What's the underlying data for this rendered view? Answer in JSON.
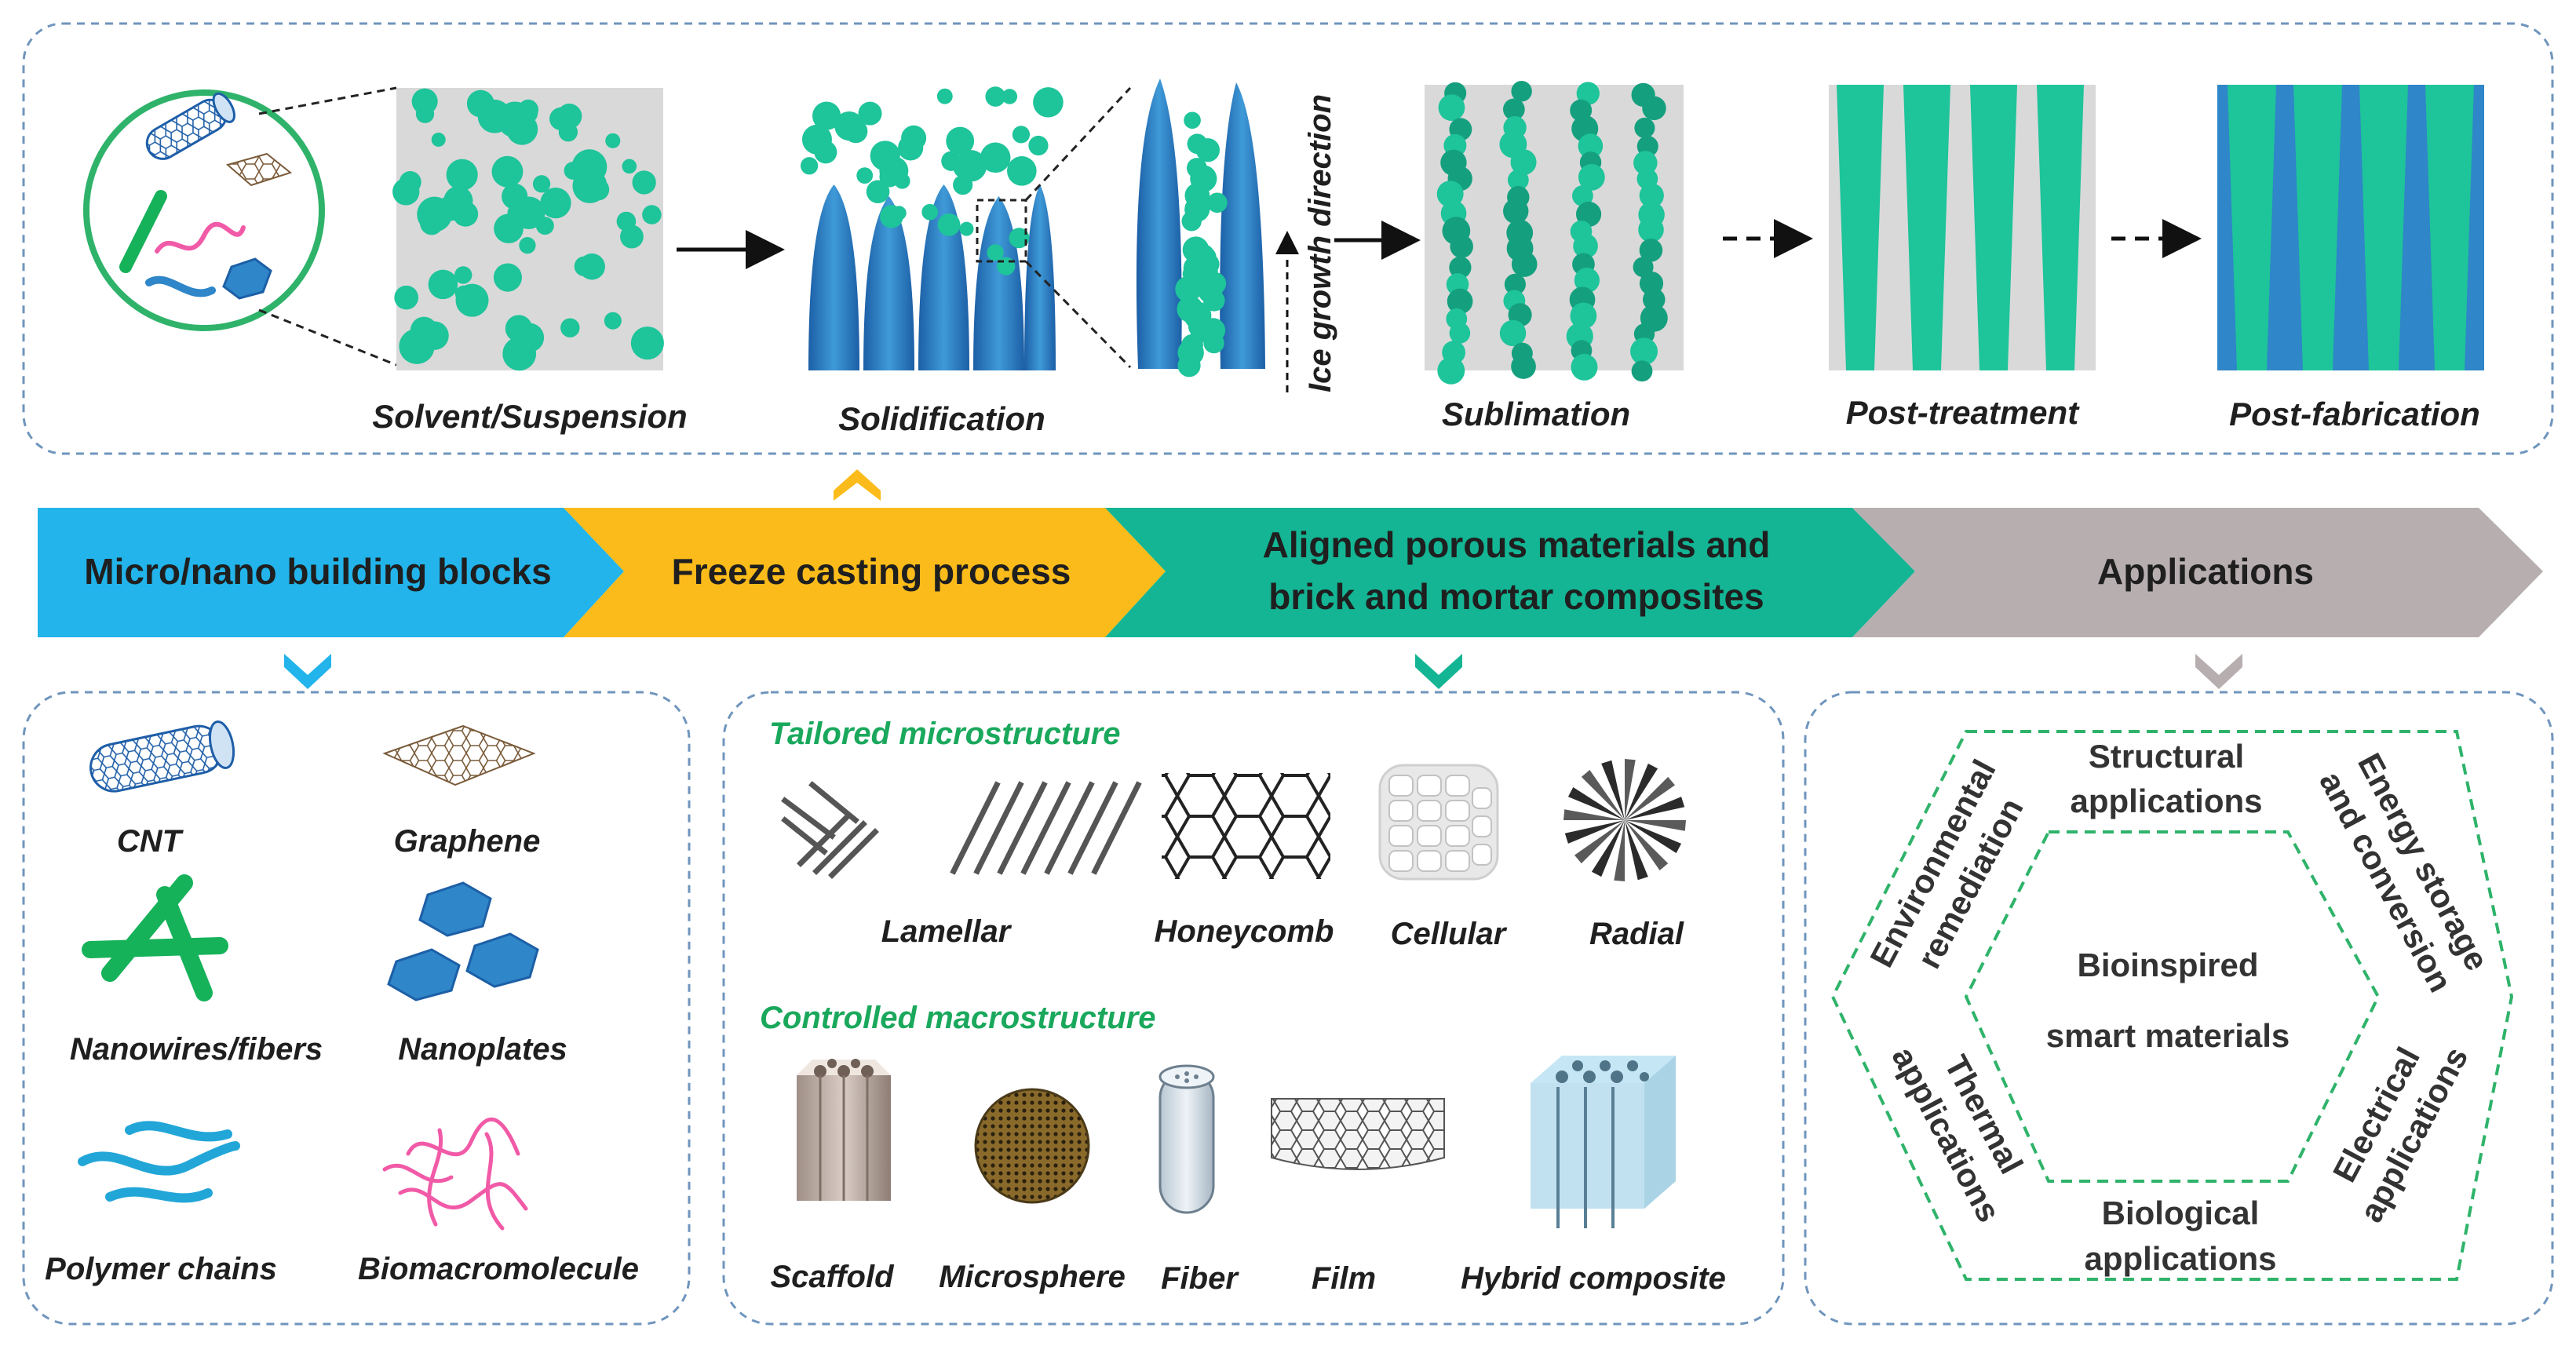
{
  "colors": {
    "teal": "#1ec49a",
    "teal_dark": "#14a07e",
    "blue": "#2f86c8",
    "blue_light": "#5db4e6",
    "cyan_arrow": "#22b4ea",
    "yellow_arrow": "#fbbb1a",
    "green_arrow": "#13b594",
    "gray_arrow": "#b7aeb0",
    "sample_bg": "#d9d9d9",
    "frame_stroke": "#6f95bd",
    "hex_stroke": "#2fb36a",
    "green_text": "#1aa85c",
    "pink": "#f15aa7"
  },
  "process": {
    "stages": [
      {
        "id": "suspension",
        "caption": "Solvent/Suspension"
      },
      {
        "id": "solidification",
        "caption": "Solidification"
      },
      {
        "id": "sublimation",
        "caption": "Sublimation"
      },
      {
        "id": "post_treatment",
        "caption": "Post-treatment"
      },
      {
        "id": "post_fabrication",
        "caption": "Post-fabrication"
      }
    ],
    "ice_direction_label": "Ice growth direction"
  },
  "banner": {
    "segments": [
      {
        "id": "building_blocks",
        "lines": [
          "Micro/nano  building blocks"
        ]
      },
      {
        "id": "freeze_casting",
        "lines": [
          "Freeze casting process"
        ]
      },
      {
        "id": "aligned",
        "lines": [
          "Aligned porous materials and",
          "brick and mortar composites"
        ]
      },
      {
        "id": "applications",
        "lines": [
          "Applications"
        ]
      }
    ]
  },
  "building_blocks": {
    "items": [
      {
        "id": "cnt",
        "icon": "cnt-icon",
        "label": "CNT"
      },
      {
        "id": "graphene",
        "icon": "graphene-icon",
        "label": "Graphene"
      },
      {
        "id": "nanowires",
        "icon": "nanowires-icon",
        "label": "Nanowires/fibers"
      },
      {
        "id": "nanoplates",
        "icon": "nanoplates-icon",
        "label": "Nanoplates"
      },
      {
        "id": "polymer",
        "icon": "polymer-chains-icon",
        "label": "Polymer chains"
      },
      {
        "id": "biomacro",
        "icon": "biomacromolecule-icon",
        "label": "Biomacromolecule"
      }
    ]
  },
  "structures": {
    "micro_heading": "Tailored microstructure",
    "micro": [
      {
        "id": "lamellar",
        "icon": "lamellar-icon",
        "label": "Lamellar"
      },
      {
        "id": "honeycomb",
        "icon": "honeycomb-icon",
        "label": "Honeycomb"
      },
      {
        "id": "cellular",
        "icon": "cellular-icon",
        "label": "Cellular"
      },
      {
        "id": "radial",
        "icon": "radial-icon",
        "label": "Radial"
      }
    ],
    "macro_heading": "Controlled macrostructure",
    "macro": [
      {
        "id": "scaffold",
        "icon": "scaffold-icon",
        "label": "Scaffold"
      },
      {
        "id": "microsphere",
        "icon": "microsphere-icon",
        "label": "Microsphere"
      },
      {
        "id": "fiber",
        "icon": "fiber-icon",
        "label": "Fiber"
      },
      {
        "id": "film",
        "icon": "film-icon",
        "label": "Film"
      },
      {
        "id": "hybrid",
        "icon": "hybrid-composite-icon",
        "label": "Hybrid composite"
      }
    ]
  },
  "applications": {
    "center": [
      "Bioinspired",
      "smart materials"
    ],
    "structural": [
      "Structural",
      "applications"
    ],
    "energy": [
      "Energy storage",
      "and conversion"
    ],
    "electrical": [
      "Electrical",
      "applications"
    ],
    "biological": [
      "Biological",
      "applications"
    ],
    "thermal": [
      "Thermal",
      "applications"
    ],
    "environmental": [
      "Environmental",
      "remediation"
    ]
  }
}
